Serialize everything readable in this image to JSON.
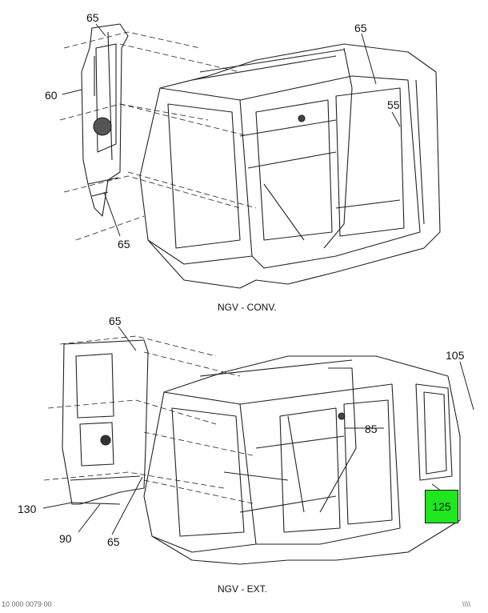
{
  "diagram": {
    "top_view": {
      "caption": "NGV - CONV.",
      "callouts": [
        "65",
        "65",
        "60",
        "55",
        "65"
      ]
    },
    "bottom_view": {
      "caption": "NGV - EXT.",
      "callouts": [
        "65",
        "105",
        "85",
        "130",
        "90",
        "65"
      ],
      "highlighted_callout": "125",
      "highlight_color": "#1fe61f"
    },
    "footer_left": "10 000 0079 00",
    "footer_right": "\\\\\\\\"
  }
}
